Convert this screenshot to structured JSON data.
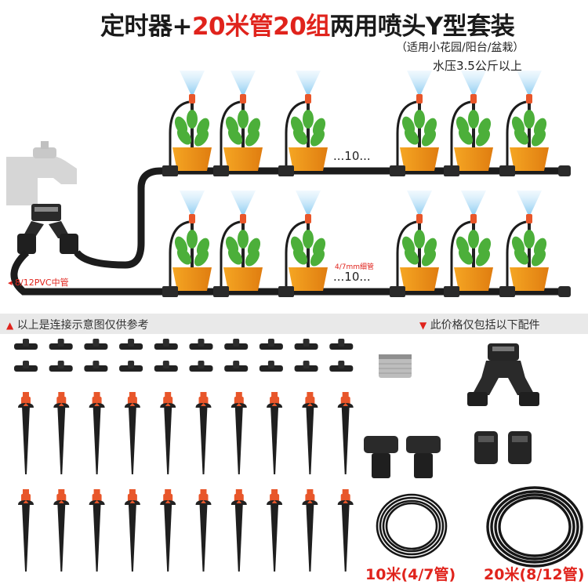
{
  "header": {
    "title_part1": "定时器+",
    "title_part2": "20米管20组",
    "title_part3": "两用喷头Y型套装",
    "subtitle": "（适用小花园/阳台/盆栽）",
    "pressure_note": "水压3.5公斤以上"
  },
  "diagram": {
    "pvc_label": "8/12PVC中管",
    "thin_tube_label": "4/7mm细管",
    "row1_ellipsis": "...10...",
    "row2_ellipsis": "...10..."
  },
  "band": {
    "left_text": "以上是连接示意图仅供参考",
    "right_text": "此价格仅包括以下配件"
  },
  "parts": {
    "tube_small_caption": "10米(4/7管)",
    "tube_large_caption": "20米(8/12管)"
  },
  "colors": {
    "accent_red": "#e0231c",
    "nozzle_orange": "#e8562a",
    "pot_orange": "#f29a1c",
    "leaf_green": "#4caf3a",
    "tube_black": "#1c1c1c",
    "spray_blue": "#7fc7ef"
  }
}
